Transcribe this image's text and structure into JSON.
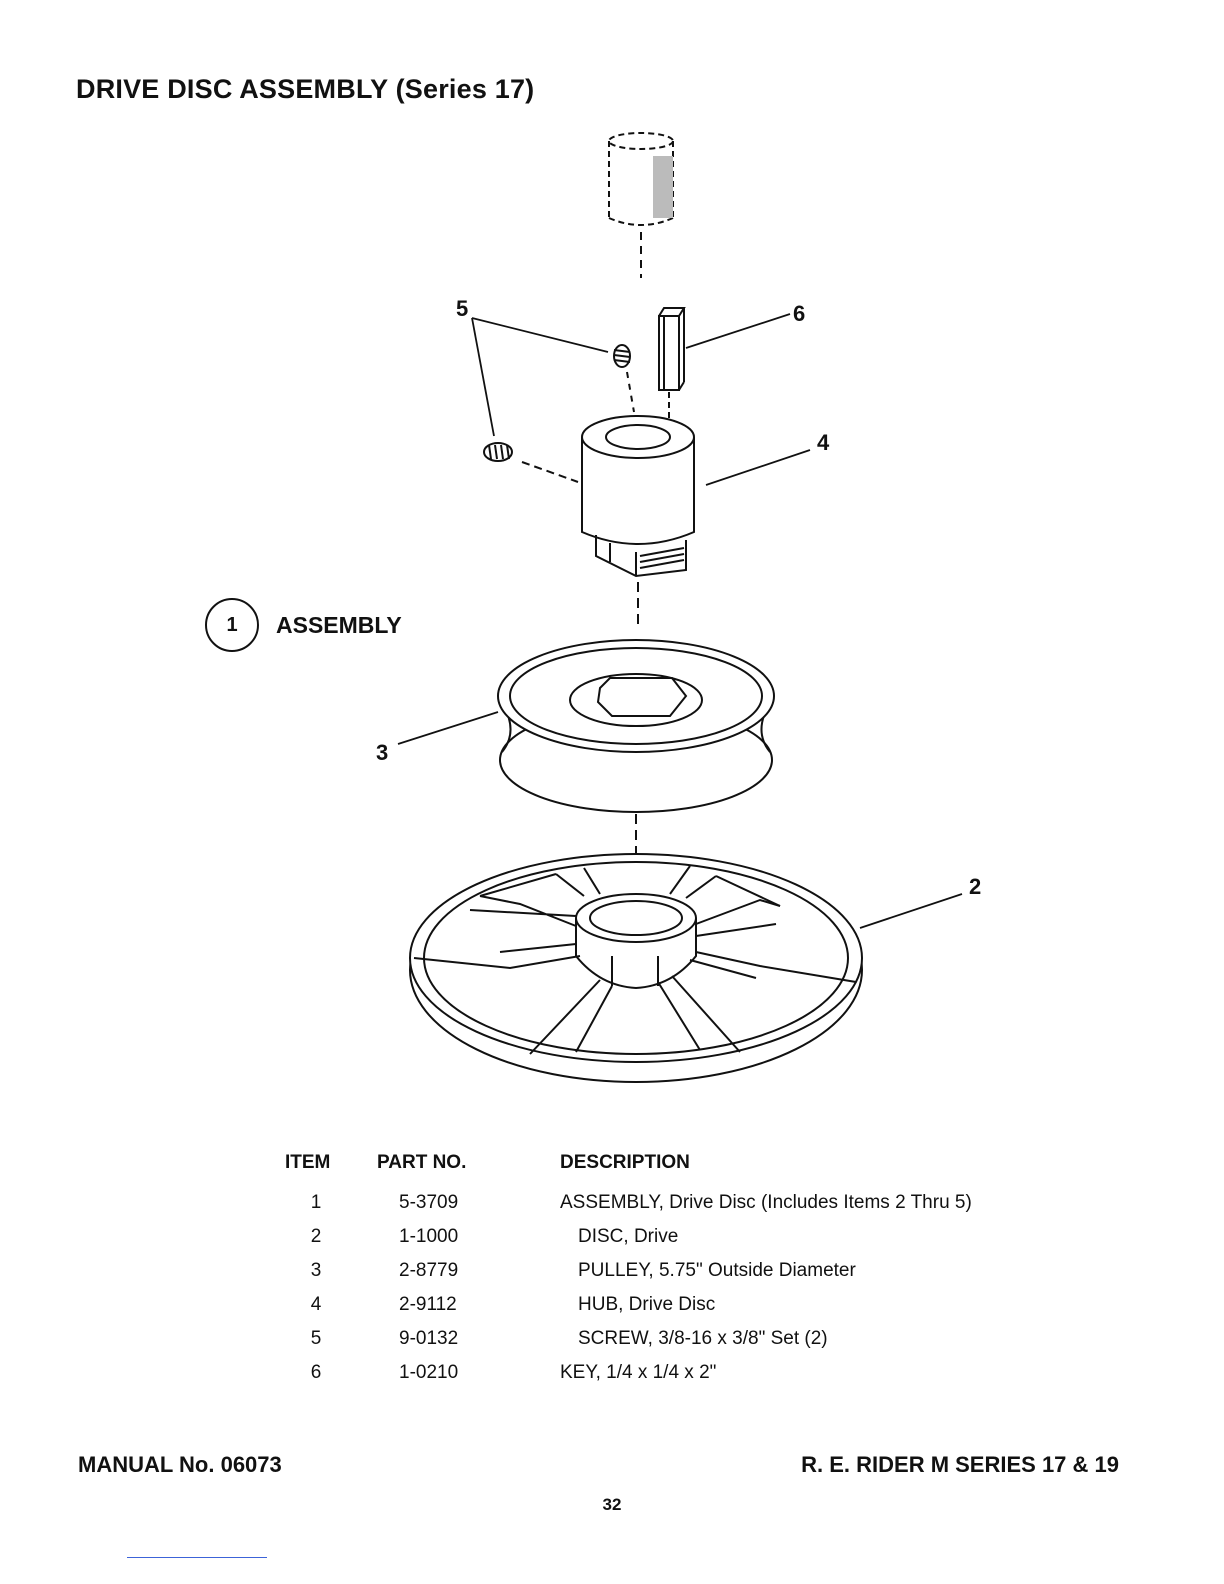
{
  "page": {
    "title": "DRIVE DISC ASSEMBLY (Series 17)",
    "footer_left": "MANUAL No. 06073",
    "footer_right": "R. E. RIDER M SERIES 17 & 19",
    "page_number": "32"
  },
  "diagram": {
    "assembly_number": "1",
    "assembly_label": "ASSEMBLY",
    "callouts": {
      "disc": "2",
      "pulley": "3",
      "hub": "4",
      "screw": "5",
      "key": "6"
    }
  },
  "parts_table": {
    "headers": {
      "item": "ITEM",
      "part_no": "PART NO.",
      "description": "DESCRIPTION"
    },
    "rows": [
      {
        "item": "1",
        "part_no": "5-3709",
        "description": "ASSEMBLY, Drive Disc (Includes Items 2 Thru 5)"
      },
      {
        "item": "2",
        "part_no": "1-1000",
        "description": "DISC, Drive"
      },
      {
        "item": "3",
        "part_no": "2-8779",
        "description": "PULLEY, 5.75\" Outside Diameter"
      },
      {
        "item": "4",
        "part_no": "2-9112",
        "description": "HUB, Drive Disc"
      },
      {
        "item": "5",
        "part_no": "9-0132",
        "description": "SCREW, 3/8-16 x 3/8\" Set (2)"
      },
      {
        "item": "6",
        "part_no": "1-0210",
        "description": "KEY, 1/4 x 1/4 x 2\""
      }
    ]
  }
}
